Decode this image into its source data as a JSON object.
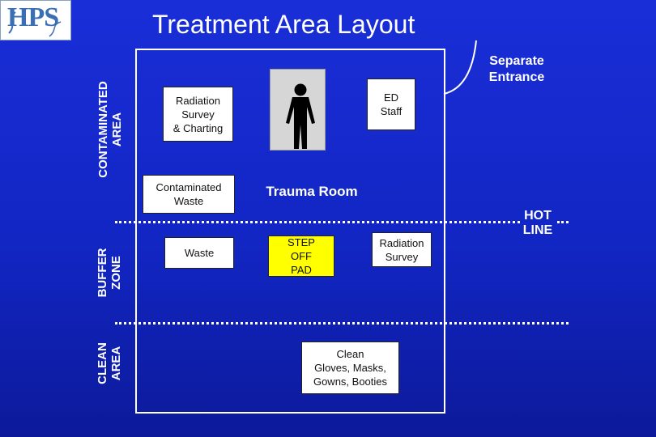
{
  "logo": {
    "text": "HPS"
  },
  "title": "Treatment Area Layout",
  "zones": {
    "contaminated": {
      "line1": "CONTAMINATED",
      "line2": "AREA"
    },
    "buffer": {
      "line1": "BUFFER",
      "line2": "ZONE"
    },
    "clean": {
      "line1": "CLEAN",
      "line2": "AREA"
    }
  },
  "boxes": {
    "radiation_survey_charting": [
      "Radiation",
      "Survey",
      "& Charting"
    ],
    "ed_staff": [
      "ED",
      "Staff"
    ],
    "contaminated_waste": [
      "Contaminated",
      "Waste"
    ],
    "waste": [
      "Waste"
    ],
    "step_off_pad": [
      "STEP",
      "OFF",
      "PAD"
    ],
    "radiation_survey": [
      "Radiation",
      "Survey"
    ],
    "clean_supplies": [
      "Clean",
      "Gloves, Masks,",
      "Gowns, Booties"
    ]
  },
  "labels": {
    "trauma_room": "Trauma Room",
    "separate_entrance": [
      "Separate",
      "Entrance"
    ],
    "hot_line": [
      "HOT",
      "LINE"
    ]
  },
  "colors": {
    "background": "#1a2ed8",
    "step_off_pad": "#ffff00",
    "figure": "#000000"
  },
  "icons": {
    "person": "person-silhouette-icon",
    "door": "door-swing-icon"
  }
}
